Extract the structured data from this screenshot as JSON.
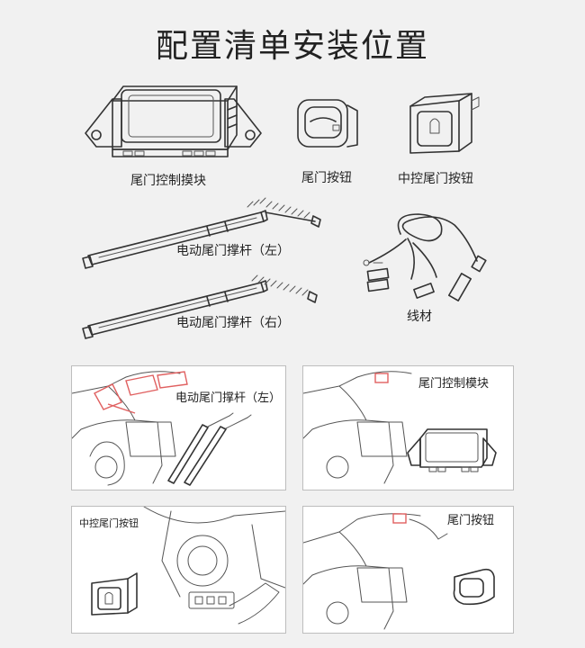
{
  "title": "配置清单安装位置",
  "components": {
    "module": "尾门控制摸块",
    "button": "尾门按钮",
    "center_button": "中控尾门按钮",
    "strut_left": "电动尾门撑杆（左）",
    "strut_right": "电动尾门撑杆（右）",
    "harness": "线材"
  },
  "panels": {
    "p1_label": "电动尾门撑杆（左）",
    "p2_label": "尾门控制模块",
    "p3_label": "中控尾门按钮",
    "p4_label": "尾门按钮"
  }
}
